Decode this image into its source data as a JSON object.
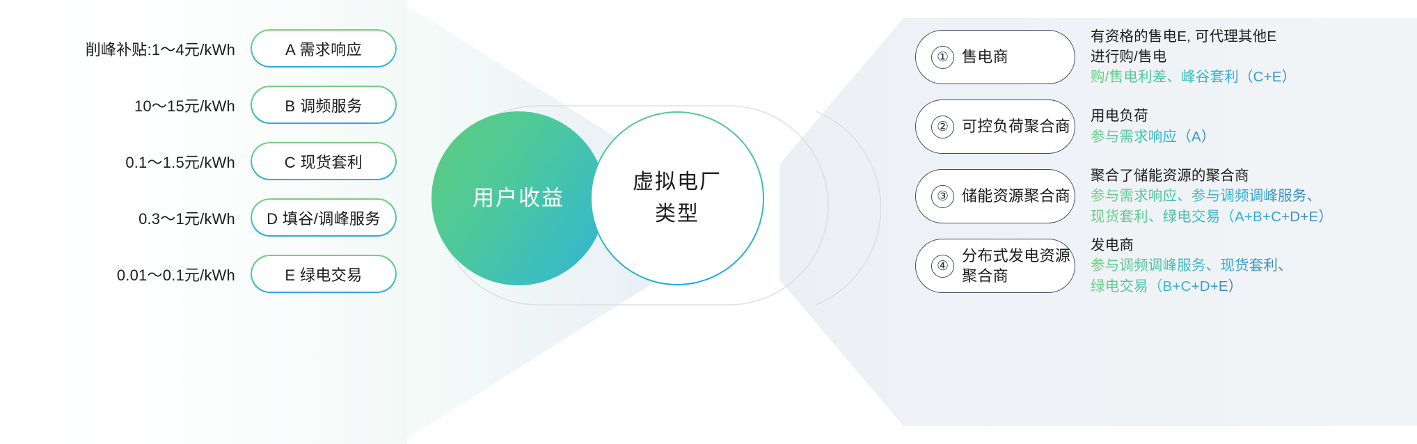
{
  "center": {
    "left_circle": {
      "line1": "用户收益"
    },
    "right_circle": {
      "line1": "虚拟电厂",
      "line2": "类型"
    }
  },
  "left_column": {
    "items": [
      {
        "price": "削峰补贴:1～4元/kWh",
        "code": "A",
        "label": "A  需求响应"
      },
      {
        "price": "10～15元/kWh",
        "code": "B",
        "label": "B 调频服务"
      },
      {
        "price": "0.1～1.5元/kWh",
        "code": "C",
        "label": "C 现货套利"
      },
      {
        "price": "0.3～1元/kWh",
        "code": "D",
        "label": "D 填谷/调峰服务"
      },
      {
        "price": "0.01～0.1元/kWh",
        "code": "E",
        "label": "E 绿电交易"
      }
    ]
  },
  "right_column": {
    "items": [
      {
        "number": "①",
        "name": "售电商",
        "desc_lines": [
          "有资格的售电E, 可代理其他E",
          "进行购/售电"
        ],
        "highlight_lines": [
          "购/售电利差、峰谷套利（C+E）"
        ]
      },
      {
        "number": "②",
        "name": "可控负荷聚合商",
        "desc_lines": [
          "用电负荷"
        ],
        "highlight_lines": [
          "参与需求响应（A）"
        ]
      },
      {
        "number": "③",
        "name": "储能资源聚合商",
        "desc_lines": [
          "聚合了储能资源的聚合商"
        ],
        "highlight_lines": [
          "参与需求响应、参与调频调峰服务、",
          "现货套利、绿电交易（A+B+C+D+E）"
        ]
      },
      {
        "number": "④",
        "name": "分布式发电资源\n聚合商",
        "name_line1": "分布式发电资源",
        "name_line2": "聚合商",
        "desc_lines": [
          "发电商"
        ],
        "highlight_lines": [
          "参与调频调峰服务、现货套利、",
          "绿电交易（B+C+D+E）"
        ]
      }
    ]
  },
  "colors": {
    "gradient_green": "#6ed17e",
    "gradient_teal": "#47c4a4",
    "gradient_blue": "#2faedd",
    "pill_outline_dark": "#3e4a60",
    "text_dark": "#1c1c1c",
    "bg_wedge": "#eef1f5"
  }
}
